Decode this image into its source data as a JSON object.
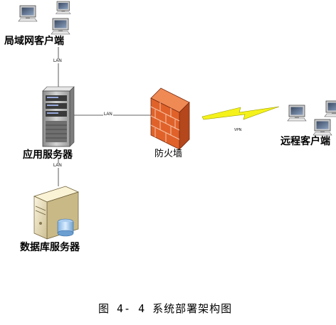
{
  "nodes": {
    "lan_clients": "局域网客户端",
    "app_server": "应用服务器",
    "firewall": "防火墙",
    "remote_clients": "远程客户端",
    "db_server": "数据库服务器"
  },
  "links": {
    "lan_top": "LAN",
    "lan_mid": "LAN",
    "lan_bottom": "LAN",
    "vpn": "VPN"
  },
  "caption": "图 4- 4 系统部署架构图",
  "colors": {
    "firewall_brick": "#e0622a",
    "vpn_bolt": "#f4f21a",
    "server_body": "#d9d9d9",
    "db_body": "#f1e7c4",
    "monitor_screen": "#5f6f86"
  }
}
